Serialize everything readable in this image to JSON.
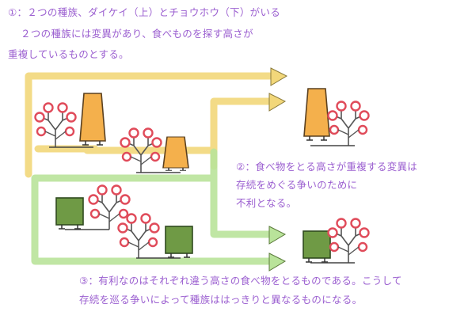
{
  "caption1": {
    "line1": "①：２つの種族、ダイケイ（上）とチョウホウ（下）がいる",
    "line2": "２つの種族には変異があり、食べものを探す高さが",
    "line3": "重複しているものとする。"
  },
  "caption2": {
    "line1": "②：食べ物をとる高さが重複する変異は",
    "line2": "存続をめぐる争いのために",
    "line3": "不利となる。"
  },
  "caption3": {
    "line1": "③：有利なのはそれぞれ違う高さの食べ物をとるものである。こうして",
    "line2": "存続を巡る争いによって種族ははっきりと異なるものになる。"
  },
  "colors": {
    "text": "#9b5fd0",
    "upper_path": "#f2d77a",
    "lower_path": "#b9e39a",
    "tall_creature": "#f4b04c",
    "short_creature": "#6f9a45",
    "fruit": "#e04b5a",
    "plant_stem": "#555555"
  }
}
